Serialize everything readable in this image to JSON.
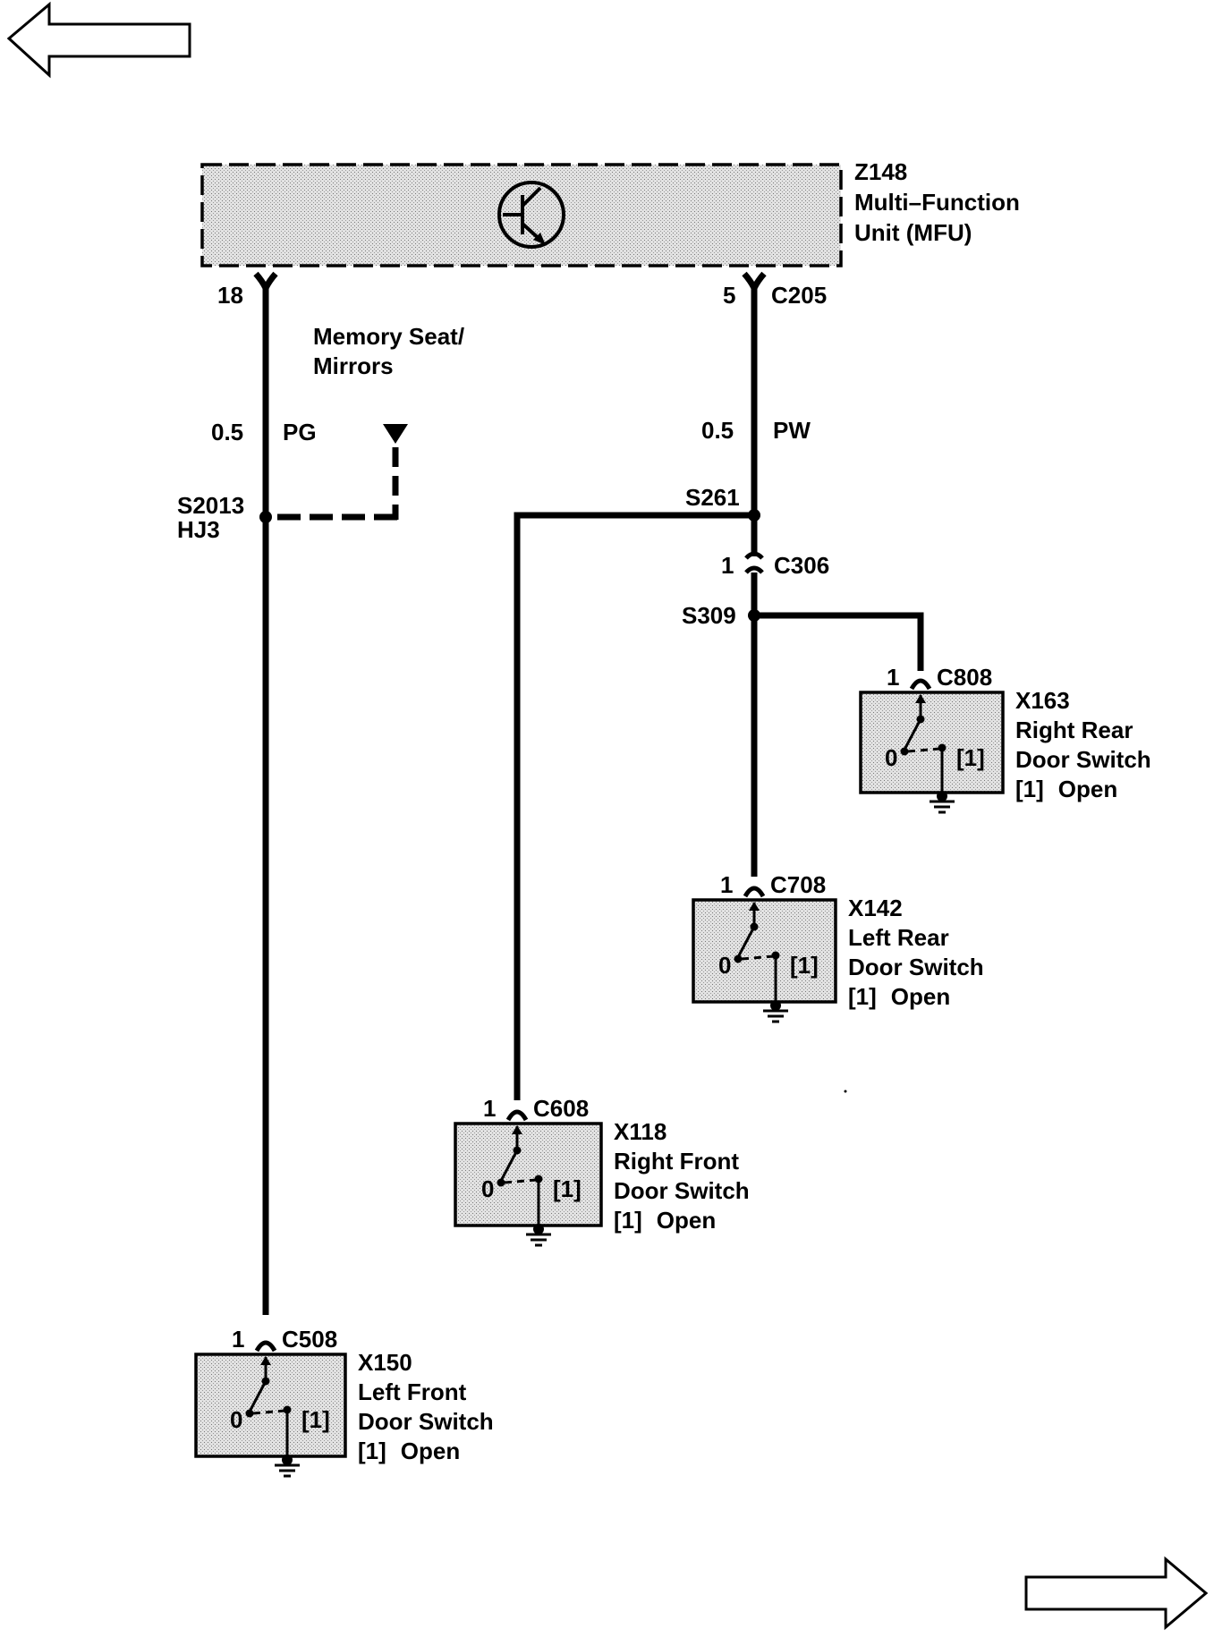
{
  "nav": {
    "back_icon": "left-arrow-icon",
    "forward_icon": "right-arrow-icon"
  },
  "mfu": {
    "id": "Z148",
    "name_line1": "Multi–Function",
    "name_line2": "Unit (MFU)",
    "icon": "transistor-icon"
  },
  "left_branch": {
    "pin": "18",
    "gauge": "0.5",
    "color": "PG",
    "note_line1": "Memory Seat/",
    "note_line2": "Mirrors",
    "splice": "S2013",
    "splice_sub": "HJ3"
  },
  "right_branch": {
    "pin": "5",
    "connector": "C205",
    "gauge": "0.5",
    "color": "PW",
    "splice_top": "S261",
    "c306_pin": "1",
    "c306": "C306",
    "splice_mid": "S309"
  },
  "switches": [
    {
      "key": "rr",
      "id": "X163",
      "line1": "Right Rear",
      "line2": "Door Switch",
      "state_tag": "[1]",
      "state": "Open",
      "pin": "1",
      "connector": "C808",
      "pos0": "0",
      "pos1": "[1]"
    },
    {
      "key": "lr",
      "id": "X142",
      "line1": "Left Rear",
      "line2": "Door Switch",
      "state_tag": "[1]",
      "state": "Open",
      "pin": "1",
      "connector": "C708",
      "pos0": "0",
      "pos1": "[1]"
    },
    {
      "key": "rf",
      "id": "X118",
      "line1": "Right Front",
      "line2": "Door Switch",
      "state_tag": "[1]",
      "state": "Open",
      "pin": "1",
      "connector": "C608",
      "pos0": "0",
      "pos1": "[1]"
    },
    {
      "key": "lf",
      "id": "X150",
      "line1": "Left Front",
      "line2": "Door Switch",
      "state_tag": "[1]",
      "state": "Open",
      "pin": "1",
      "connector": "C508",
      "pos0": "0",
      "pos1": "[1]"
    }
  ]
}
